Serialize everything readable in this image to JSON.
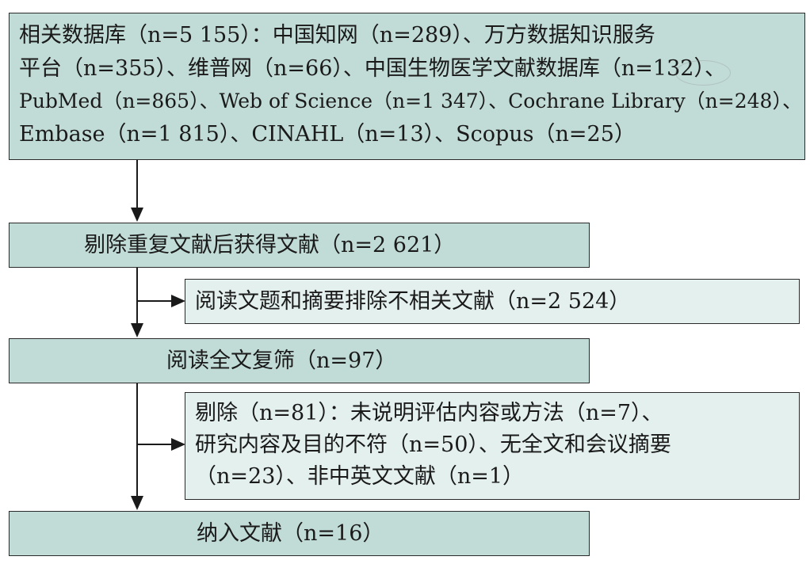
{
  "flow": {
    "sources_lines": [
      "相关数据库（n=5 155）：中国知网（n=289）、万方数据知识服务",
      "平台（n=355）、维普网（n=66）、中国生物医学文献数据库（n=132）、",
      "PubMed（n=865）、Web of Science（n=1 347）、Cochrane Library（n=248）、",
      "Embase（n=1 815）、CINAHL（n=13）、Scopus（n=25）"
    ],
    "dedup": "剔除重复文献后获得文献（n=2 621）",
    "exclude_title_abstract": "阅读文题和摘要排除不相关文献（n=2 524）",
    "fulltext_review": "阅读全文复筛（n=97）",
    "exclude_fulltext_lines": [
      "剔除（n=81）：未说明评估内容或方法（n=7）、",
      "研究内容及目的不符（n=50）、无全文和会议摘要",
      "（n=23）、非中英文文献（n=1）"
    ],
    "included": "纳入文献（n=16）"
  }
}
